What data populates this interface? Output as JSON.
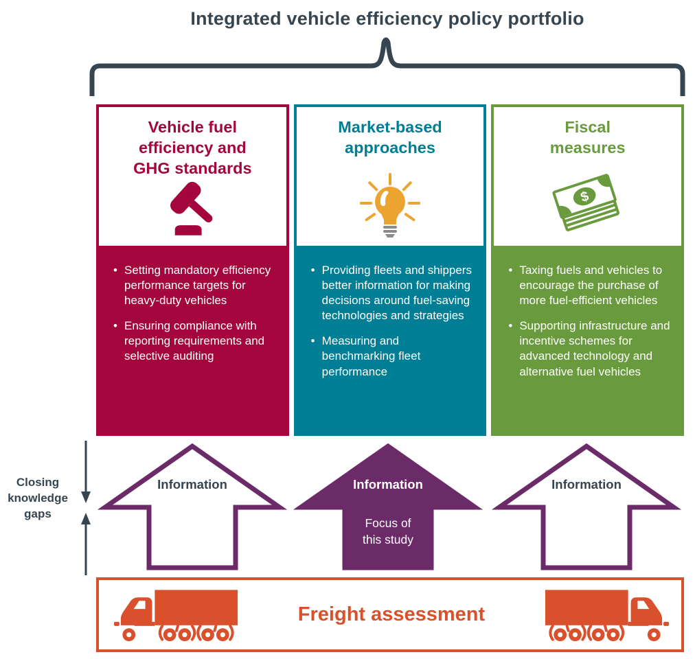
{
  "title": "Integrated vehicle efficiency policy portfolio",
  "side_label": "Closing\nknowledge\ngaps",
  "columns": [
    {
      "title": "Vehicle fuel\nefficiency and\nGHG standards",
      "icon": "gavel-icon",
      "color": "#A4053C",
      "bullets": [
        "Setting mandatory efficiency performance targets for heavy-duty vehicles",
        "Ensuring compliance with reporting requirements and selective auditing"
      ]
    },
    {
      "title": "Market-based\napproaches",
      "icon": "lightbulb-icon",
      "color": "#007E95",
      "bullets": [
        "Providing fleets and shippers better information for making decisions around fuel-saving technologies and strategies",
        "Measuring and benchmarking fleet performance"
      ]
    },
    {
      "title": "Fiscal\nmeasures",
      "icon": "money-icon",
      "color": "#699B3E",
      "bullets": [
        "Taxing fuels and vehicles to encourage the purchase of more fuel-efficient vehicles",
        "Supporting infrastructure and incentive schemes for advanced technology and alternative fuel vehicles"
      ]
    }
  ],
  "arrows": [
    {
      "label": "Information",
      "style": "outline"
    },
    {
      "label": "Information",
      "sublabel": "Focus of\nthis study",
      "style": "filled"
    },
    {
      "label": "Information",
      "style": "outline"
    }
  ],
  "footer": {
    "label": "Freight assessment",
    "icons": [
      "truck-left-icon",
      "truck-right-icon"
    ]
  },
  "colors": {
    "slate": "#36454F",
    "red": "#A4053C",
    "teal": "#007E95",
    "green": "#699B3E",
    "purple": "#6B2A68",
    "orange": "#D9512C",
    "amber": "#ECA431",
    "bulb-base-gray": "#8C8C8C"
  }
}
